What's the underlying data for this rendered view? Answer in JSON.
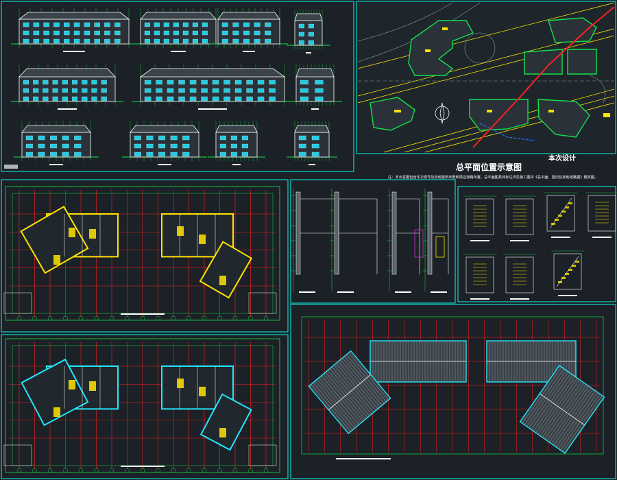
{
  "site_plan": {
    "title": "总平面位置示意图",
    "stamp": "本次设计",
    "note": "注：本示意图包含本次楼号及其他建筑布置和周边道路布置，总平面图具体标注详见施工图中《总平面、竖向及其他道路图》建筑图。"
  },
  "colors": {
    "background": "#1b2126",
    "frame": "#11d6c9",
    "green": "#13e24a",
    "red": "#ff2020",
    "yellow": "#ffe300",
    "cyan": "#20e8ff",
    "white": "#ffffff",
    "blue": "#3a6cff",
    "magenta": "#d033d8"
  }
}
